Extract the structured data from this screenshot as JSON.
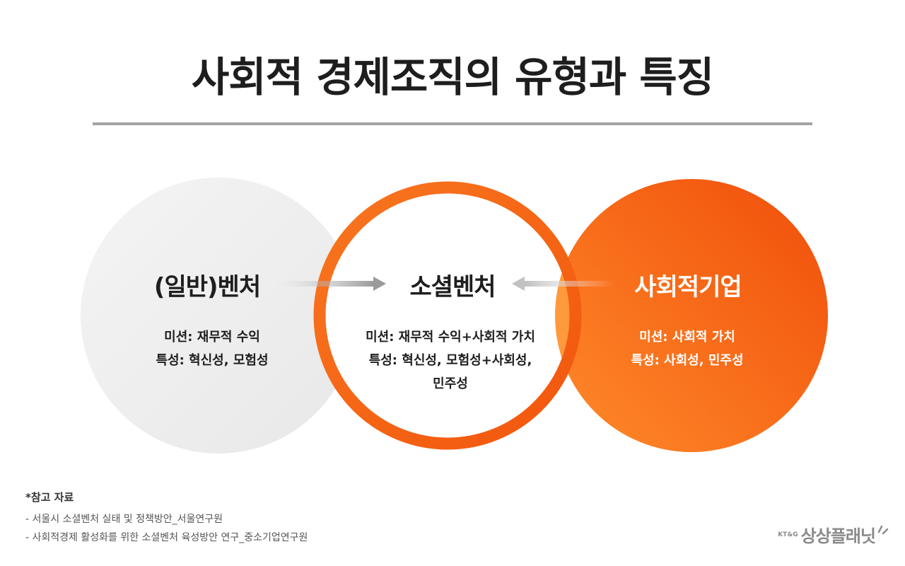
{
  "title": "사회적 경제조직의 유형과 특징",
  "circles": [
    {
      "name": "(일반)벤처",
      "mission": "미션: 재무적 수익",
      "trait_lines": [
        "특성: 혁신성, 모험성"
      ]
    },
    {
      "name": "소셜벤처",
      "mission": "미션: 재무적 수익+사회적 가치",
      "trait_lines": [
        "특성: 혁신성, 모험성+사회성,",
        "민주성"
      ]
    },
    {
      "name": "사회적기업",
      "mission": "미션: 사회적 가치",
      "trait_lines": [
        "특성: 사회성, 민주성"
      ]
    }
  ],
  "references": {
    "heading": "*참고 자료",
    "items": [
      "- 서울시 소셜벤처 실태 및 정책방안_서울연구원",
      "- 사회적경제 활성화를 위한 소셜벤처 육성방안 연구_중소기업연구원"
    ]
  },
  "logo": {
    "small": "KT&G",
    "main": "상상플래닛"
  },
  "colors": {
    "accent_orange": "#f26a1b",
    "orange_dark": "#f04e0a",
    "orange_light": "#ff8a2a",
    "gray_circle": "#efefef",
    "divider": "#a3a3a3"
  }
}
